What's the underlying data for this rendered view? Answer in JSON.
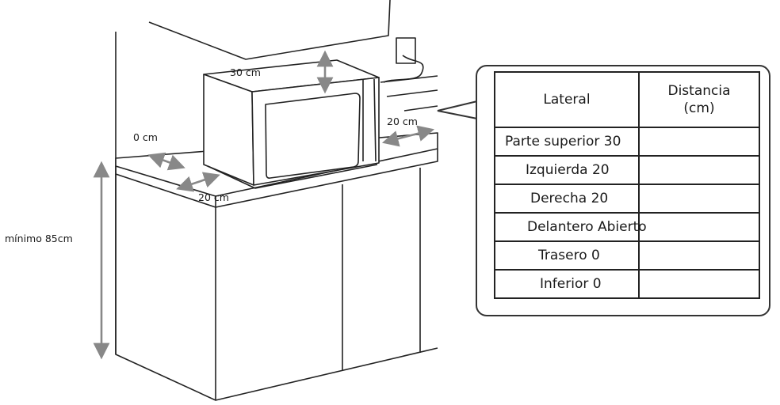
{
  "labels": {
    "top_clearance": "30 cm",
    "left_clearance": "0 cm",
    "right_clearance": "20 cm",
    "front_clearance": "20 cm",
    "min_height": "mínimo 85cm"
  },
  "table": {
    "headers": [
      "Lateral",
      "Distancia",
      "(cm)"
    ],
    "rows": [
      "Parte superior 30",
      "Izquierda 20",
      "Derecha 20",
      "Delantero Abierto",
      "Trasero 0",
      "Inferior 0"
    ]
  }
}
